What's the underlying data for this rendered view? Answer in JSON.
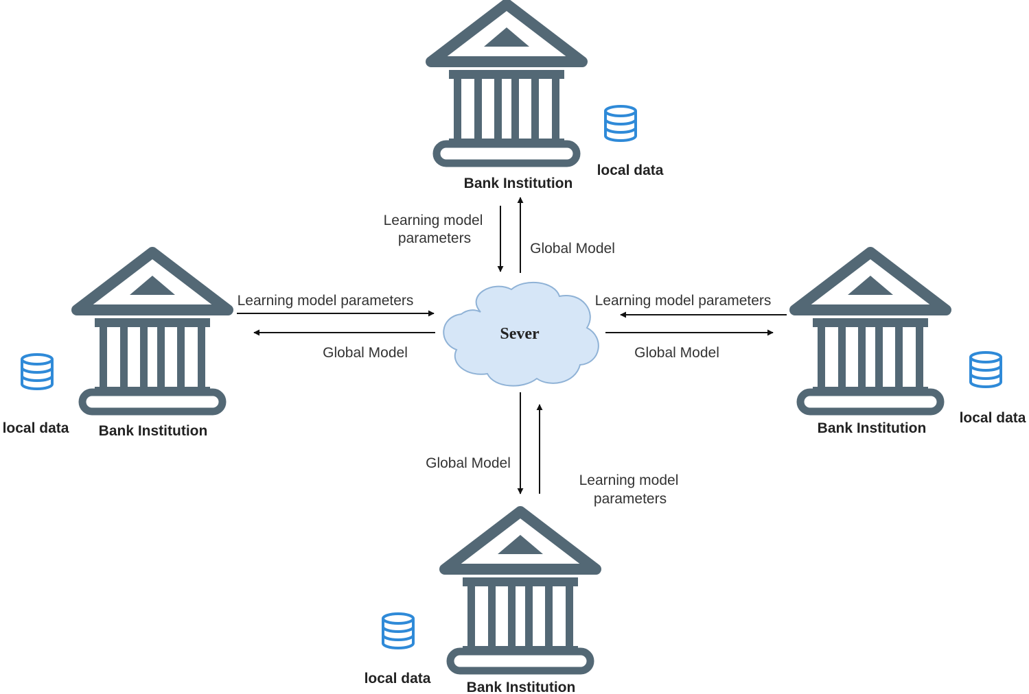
{
  "server": {
    "label": "Sever"
  },
  "colors": {
    "bank": "#536875",
    "db": "#2f8ad8",
    "cloud_fill": "#d6e6f7",
    "cloud_stroke": "#8fb2d6",
    "arrow": "#111111"
  },
  "icons": {
    "bank": "bank-building-icon",
    "db": "database-icon",
    "server": "cloud-icon"
  },
  "banks": {
    "top": {
      "name": "Bank Institution",
      "local_data": "local data"
    },
    "left": {
      "name": "Bank Institution",
      "local_data": "local data"
    },
    "right": {
      "name": "Bank Institution",
      "local_data": "local data"
    },
    "bottom": {
      "name": "Bank Institution",
      "local_data": "local data"
    }
  },
  "links": {
    "top": {
      "up_line1": "Learning model",
      "up_line2": "parameters",
      "down": "Global Model"
    },
    "left": {
      "up": "Learning model parameters",
      "down": "Global Model"
    },
    "right": {
      "up": "Learning model parameters",
      "down": "Global Model"
    },
    "bottom": {
      "down": "Global Model",
      "up_line1": "Learning model",
      "up_line2": "parameters"
    }
  }
}
